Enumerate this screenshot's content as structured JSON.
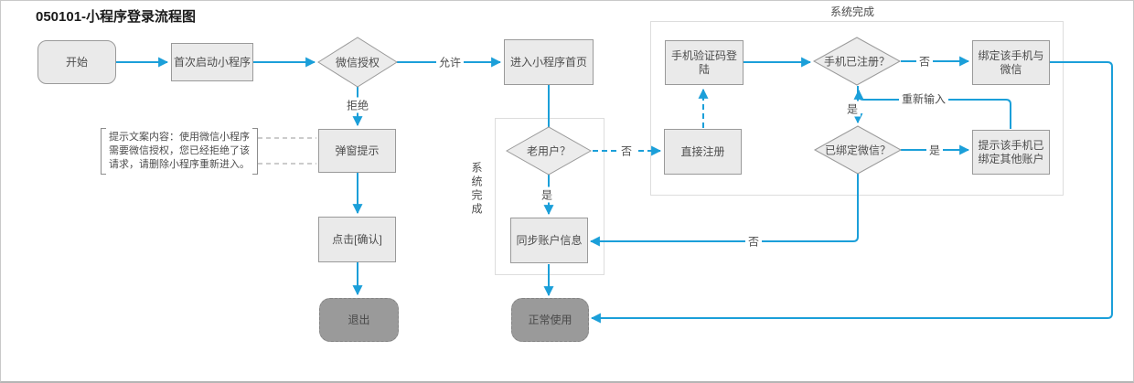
{
  "title": "050101-小程序登录流程图",
  "colors": {
    "arrow_blue": "#1b9fd9",
    "node_fill": "#eaeaea",
    "node_border": "#9a9a9a",
    "dark_node_fill": "#9a9a9a",
    "text": "#4d4d4d"
  },
  "containers": {
    "middle_label": "系统完成",
    "right_label": "系统完成"
  },
  "nodes": {
    "start": {
      "label": "开始"
    },
    "first_launch": {
      "label": "首次启动小程序"
    },
    "wechat_auth": {
      "label": "微信授权"
    },
    "enter_home": {
      "label": "进入小程序首页"
    },
    "popup": {
      "label": "弹窗提示"
    },
    "click_confirm": {
      "label": "点击[确认]"
    },
    "exit": {
      "label": "退出"
    },
    "old_user": {
      "label": "老用户？"
    },
    "sync_account": {
      "label": "同步账户信息"
    },
    "normal_use": {
      "label": "正常使用"
    },
    "direct_register": {
      "label": "直接注册"
    },
    "phone_code_login": {
      "label": "手机验证码登陆"
    },
    "phone_registered": {
      "label": "手机已注册？"
    },
    "bind_phone_wechat": {
      "label": "绑定该手机与微信"
    },
    "wechat_bound": {
      "label": "已绑定微信？"
    },
    "prompt_bound_other": {
      "label": "提示该手机已绑定其他账户"
    }
  },
  "edge_labels": {
    "allow": "允许",
    "refuse": "拒绝",
    "yes_old_user": "是",
    "no_old_user": "否",
    "no_registered": "否",
    "yes_registered": "是",
    "reenter": "重新输入",
    "yes_bound": "是",
    "no_bound": "否"
  },
  "note": {
    "line1": "提示文案内容：使用微信小程序",
    "line2": "需要微信授权，您已经拒绝了该",
    "line3": "请求，请删除小程序重新进入。"
  }
}
